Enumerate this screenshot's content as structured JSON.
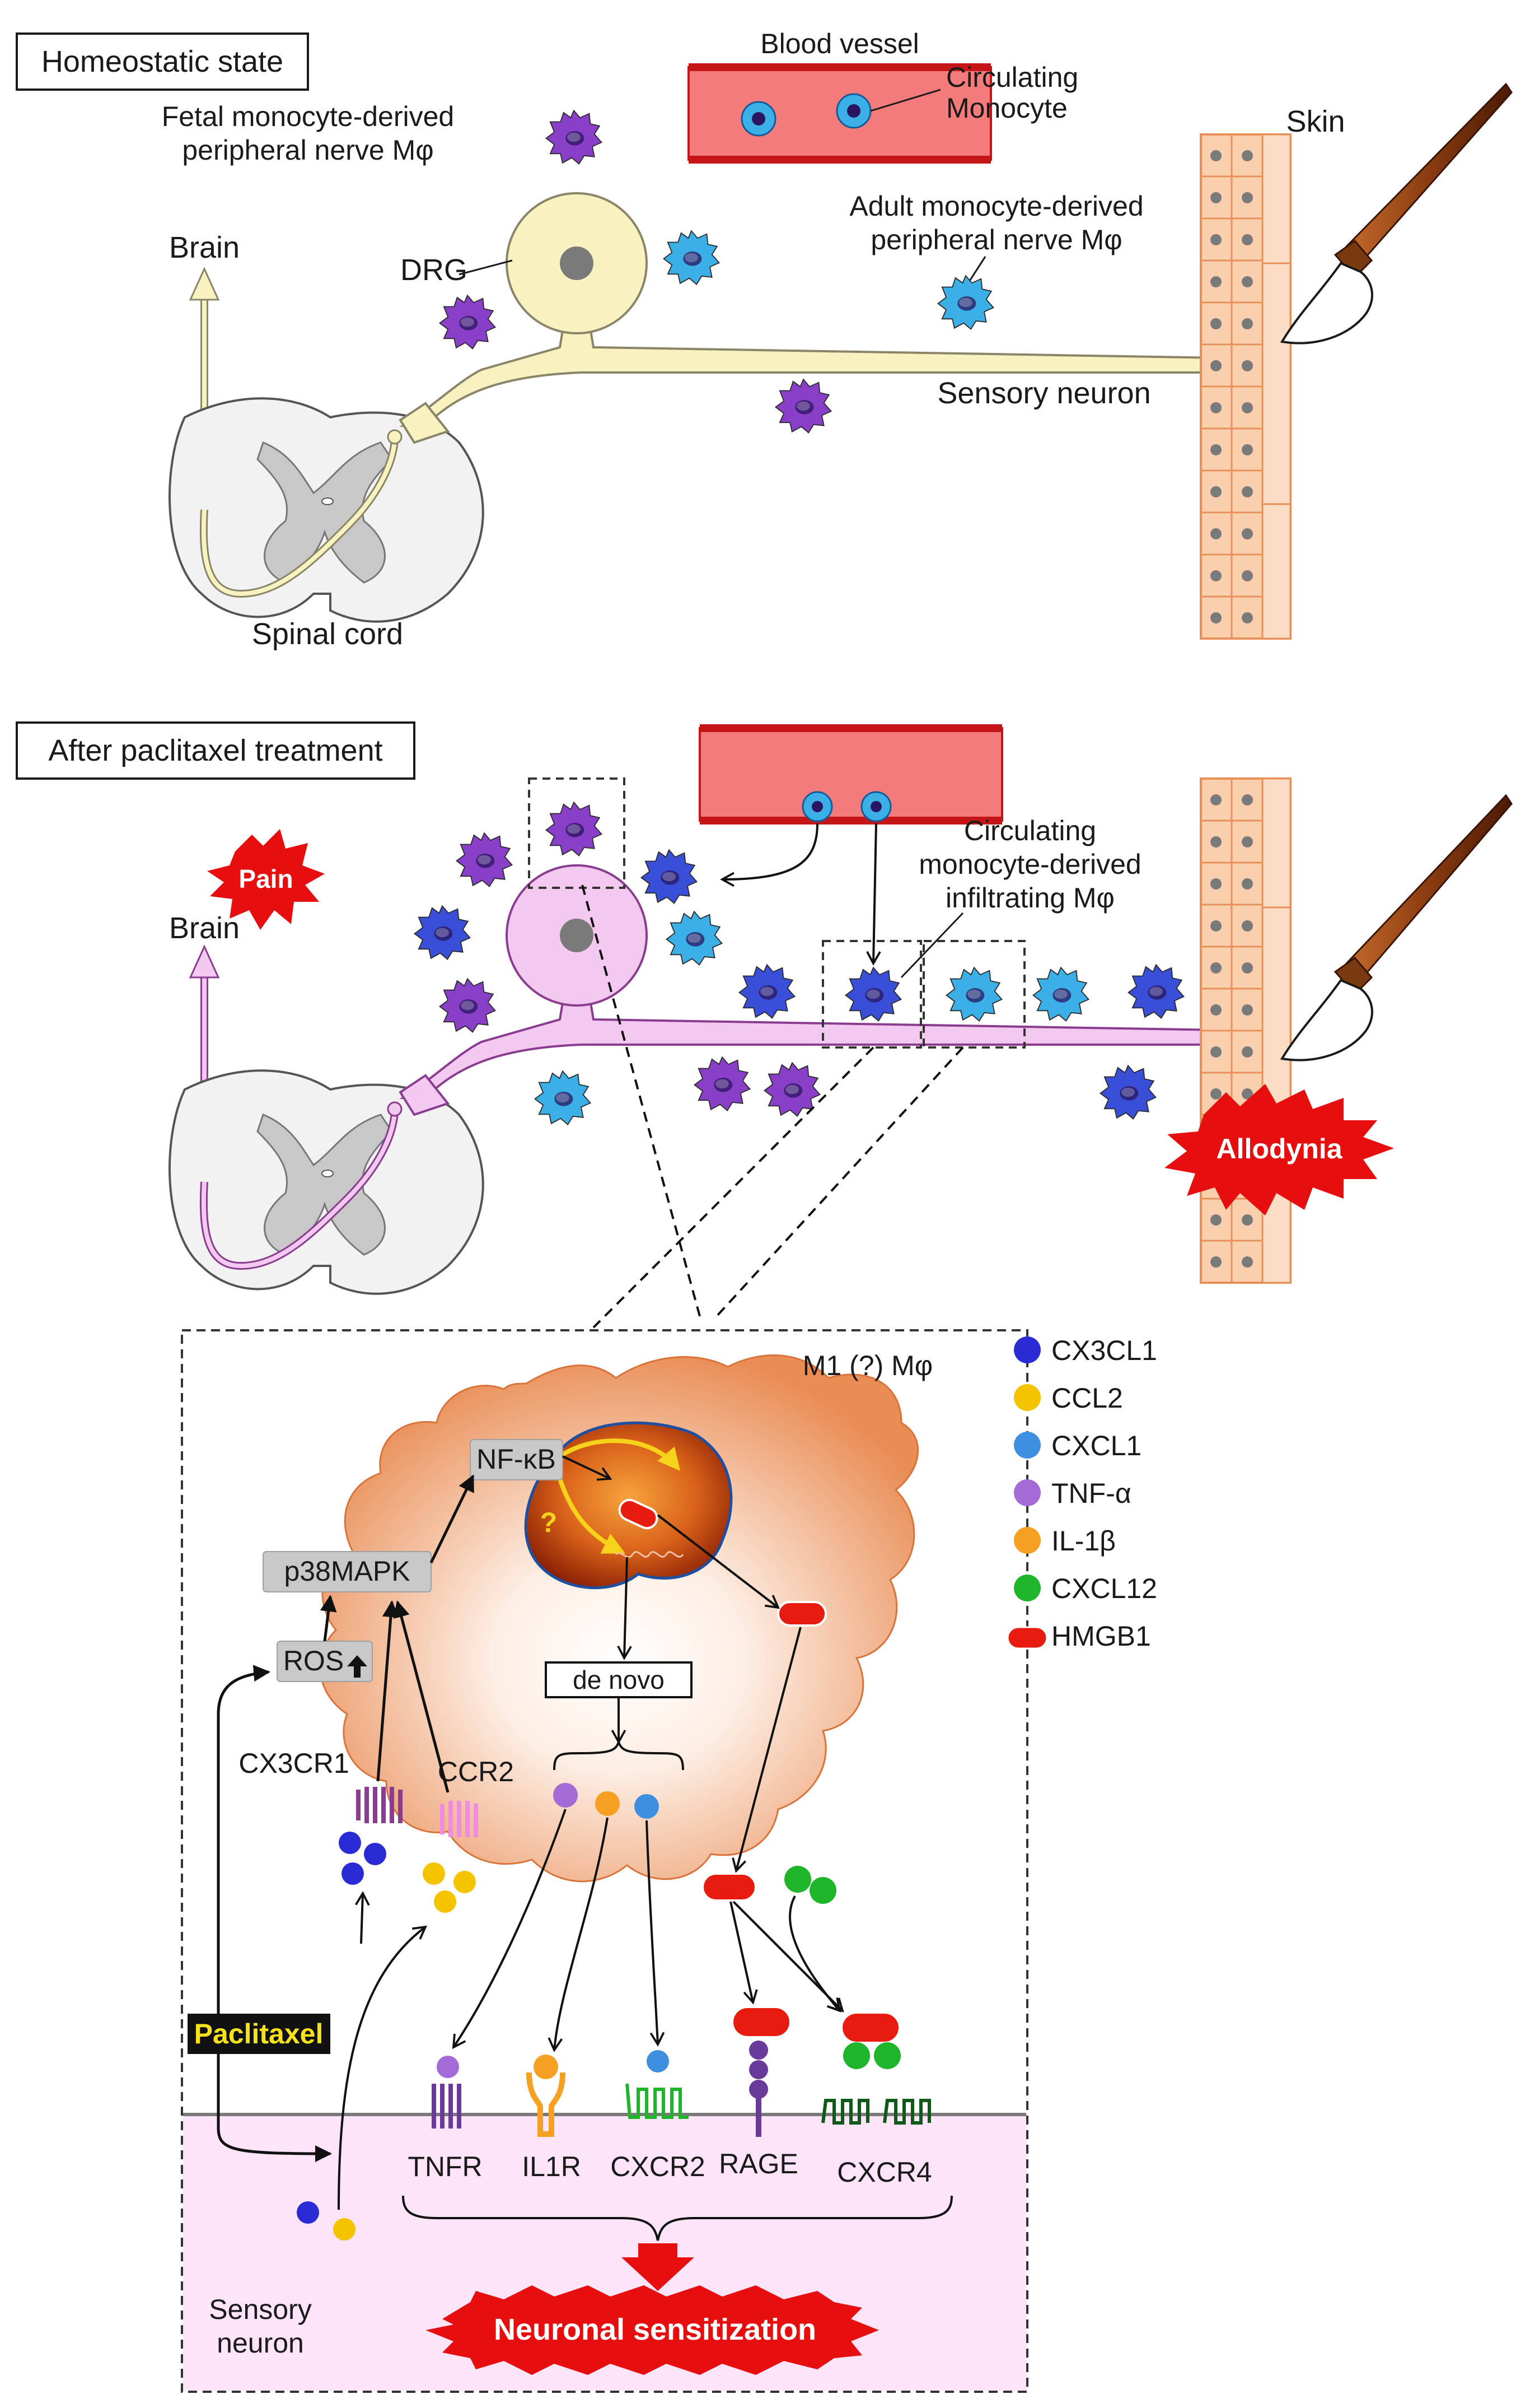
{
  "homeostatic": {
    "title": "Homeostatic state",
    "blood_vessel": "Blood vessel",
    "circulating_monocyte": [
      "Circulating",
      "Monocyte"
    ],
    "fetal_macrophage": [
      "Fetal monocyte-derived",
      "peripheral nerve Mφ"
    ],
    "adult_macrophage": [
      "Adult monocyte-derived",
      "peripheral nerve Mφ"
    ],
    "brain": "Brain",
    "drg": "DRG",
    "skin": "Skin",
    "sensory_neuron": "Sensory neuron",
    "spinal_cord": "Spinal cord"
  },
  "paclitaxel": {
    "title": "After paclitaxel treatment",
    "pain": "Pain",
    "brain": "Brain",
    "infiltrating": [
      "Circulating",
      "monocyte-derived",
      "infiltrating Mφ"
    ],
    "allodynia": "Allodynia"
  },
  "mechanism": {
    "macrophage_type": "M1 (?) Mφ",
    "nfkb": "NF-κB",
    "p38": "p38MAPK",
    "ros": "ROS",
    "de_novo": "de novo",
    "question": "?",
    "cx3cr1": "CX3CR1",
    "ccr2": "CCR2",
    "paclitaxel": "Paclitaxel",
    "receptors": [
      "TNFR",
      "IL1R",
      "CXCR2",
      "RAGE",
      "CXCR4"
    ],
    "sensory_neuron": [
      "Sensory",
      "neuron"
    ],
    "neuronal_sensitization": "Neuronal sensitization"
  },
  "legend": [
    {
      "label": "CX3CL1",
      "color": "#2b2bd6"
    },
    {
      "label": "CCL2",
      "color": "#f5c400"
    },
    {
      "label": "CXCL1",
      "color": "#3e8fe0"
    },
    {
      "label": "TNF-α",
      "color": "#a46ad6"
    },
    {
      "label": "IL-1β",
      "color": "#f5a020"
    },
    {
      "label": "CXCL12",
      "color": "#1fb52a"
    },
    {
      "label": "HMGB1",
      "color": "#e81b10"
    }
  ],
  "colors": {
    "fetal_macrophage": "#8a3fc9",
    "adult_macrophage": "#3ab0e6",
    "infiltrating_macrophage": "#3a4fd8",
    "neuron_normal": "#f8f2c0",
    "neuron_pain": "#f3c9ef",
    "skin": "#f9cfae",
    "blood_vessel": "#f47b7b",
    "burst_red": "#e60e0e"
  }
}
